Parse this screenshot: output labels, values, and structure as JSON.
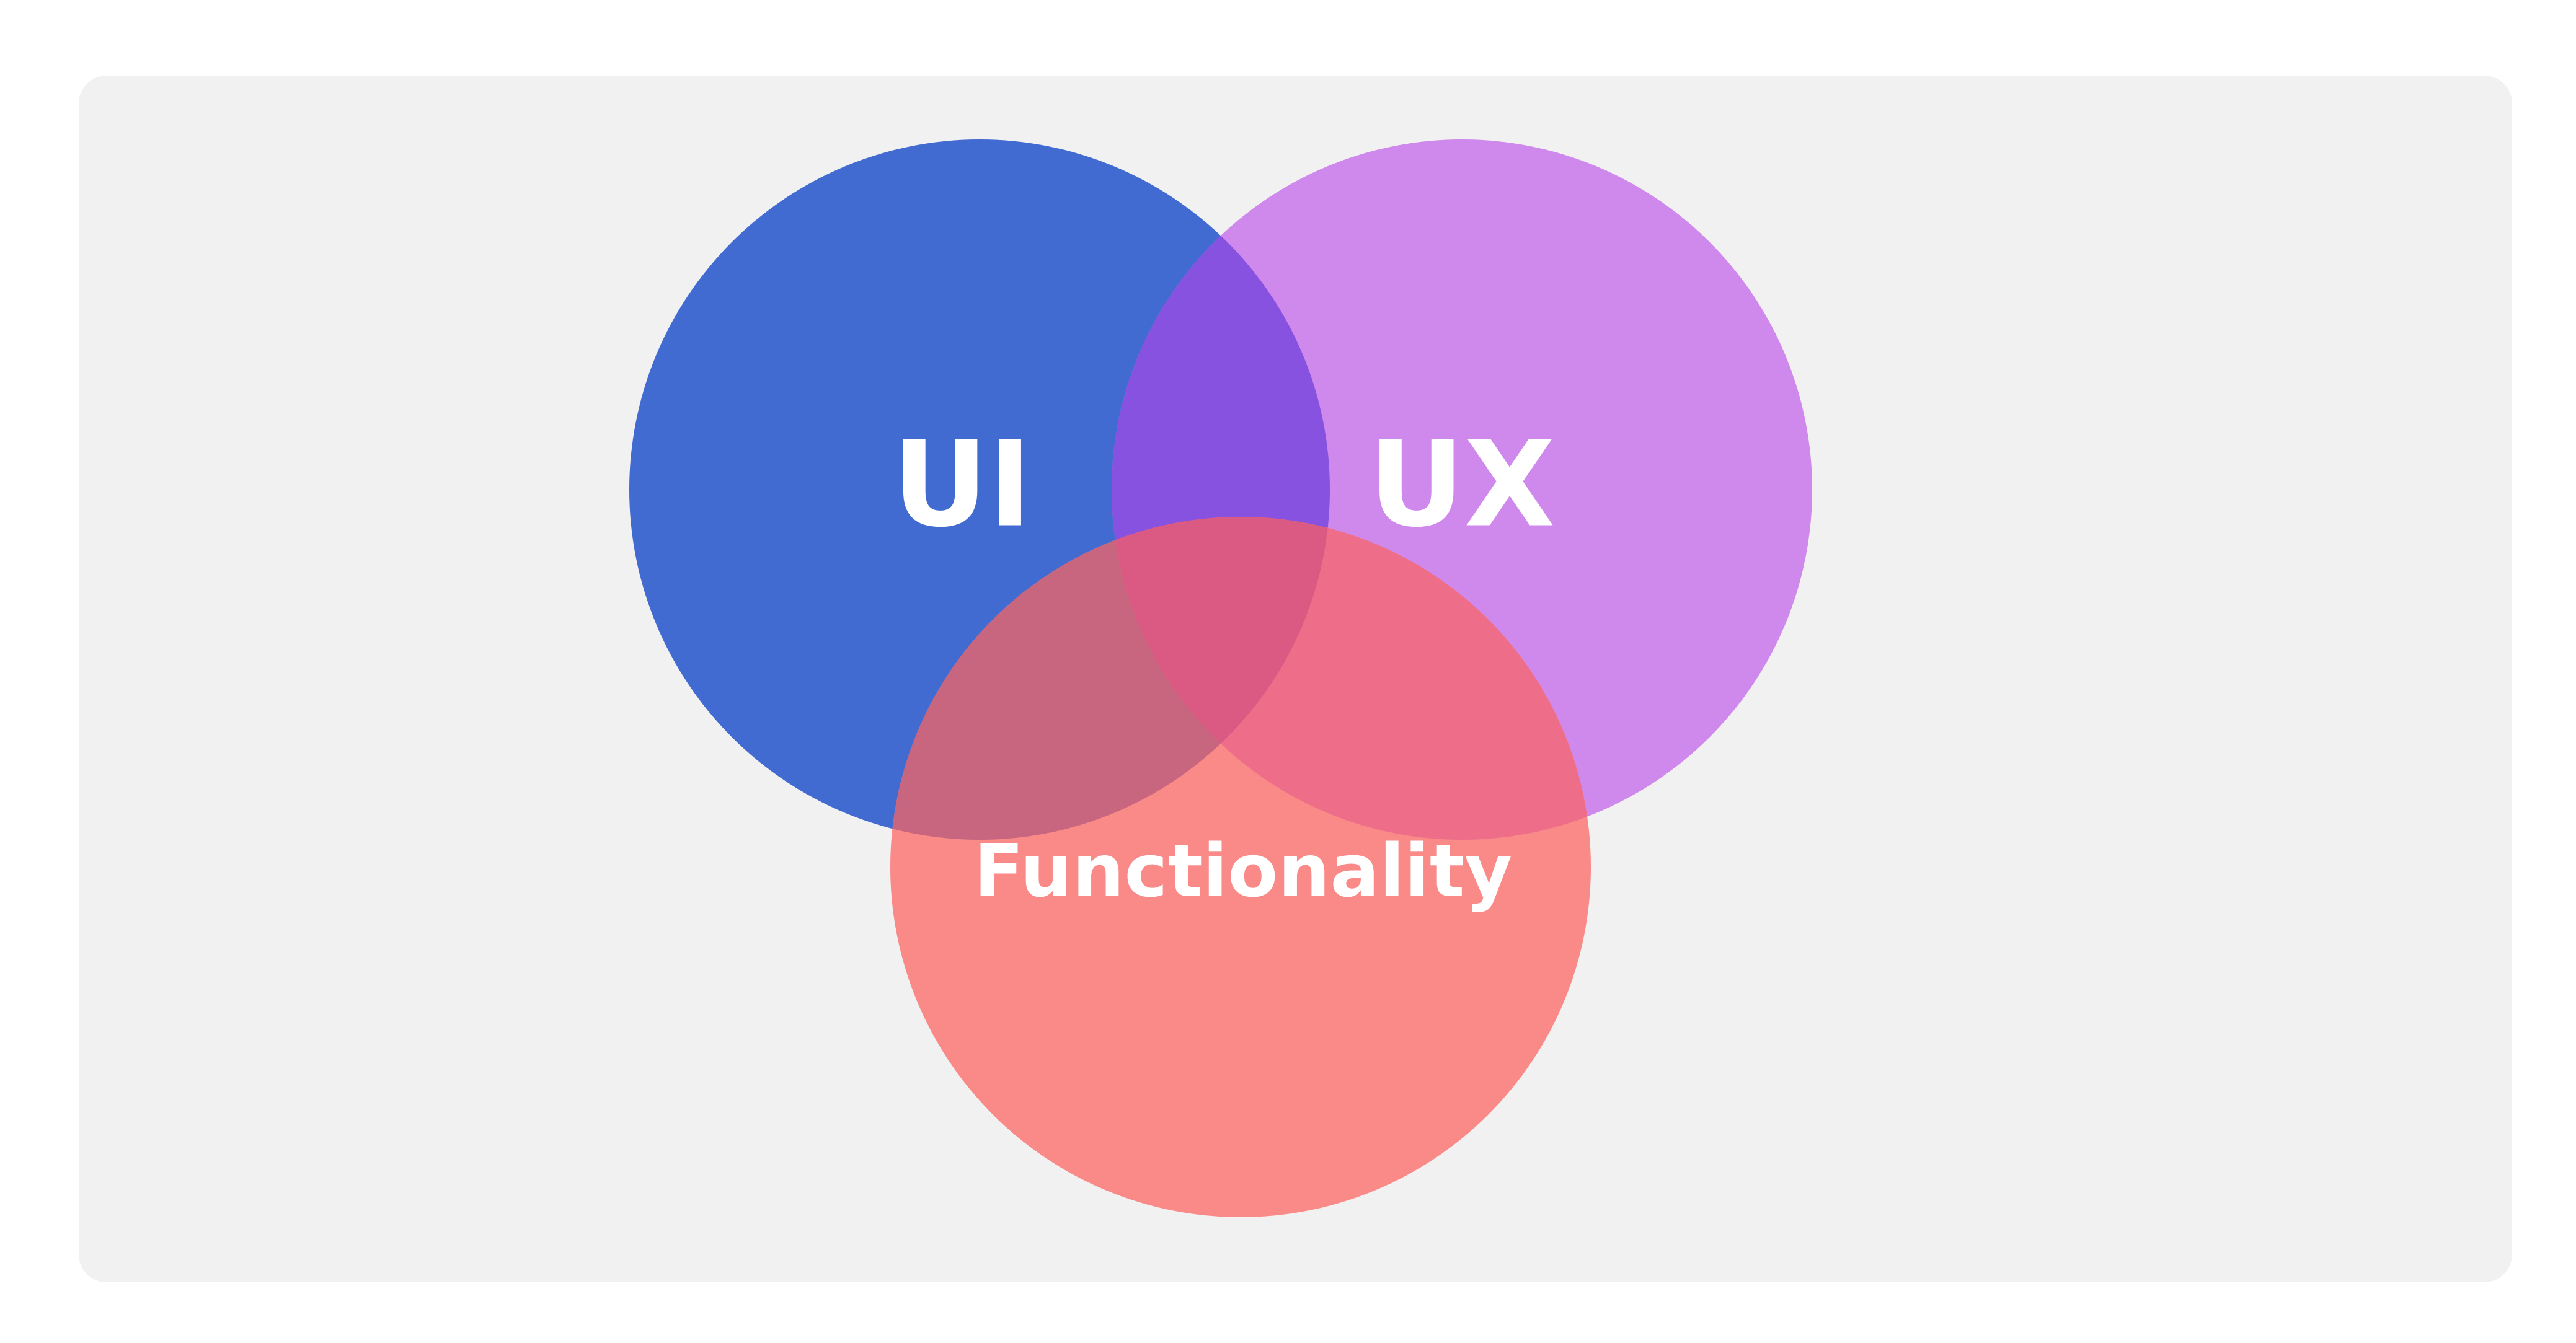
{
  "diagram": {
    "type": "venn",
    "sets": [
      {
        "label": "UI",
        "color": "#426BD2"
      },
      {
        "label": "UX",
        "color": "#CF88EB"
      },
      {
        "label": "Functionality",
        "color": "#F98A88"
      }
    ],
    "overlap_colors": {
      "UI_UX": "#8752DF",
      "UI_Functionality": "#C7667E",
      "UX_Functionality": "#EE6E8A",
      "all": "#DB5A84"
    },
    "background": "#F1F1F1"
  }
}
